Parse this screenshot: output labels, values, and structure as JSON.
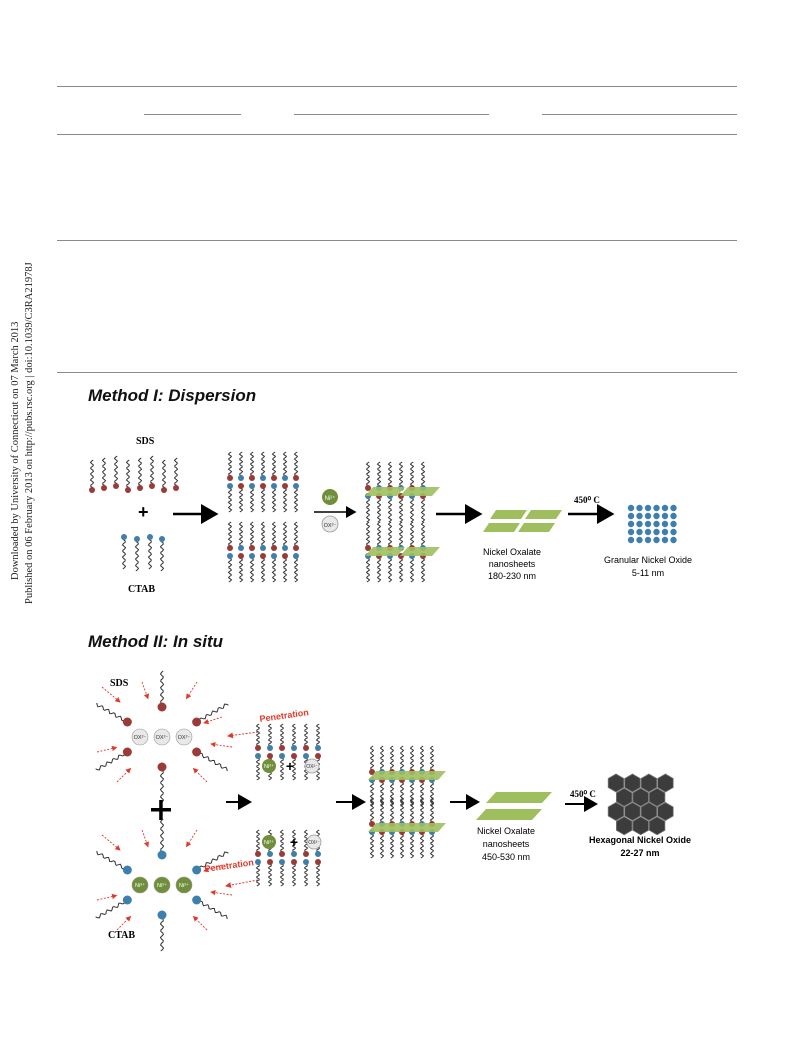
{
  "sidebar": {
    "line1": "Published on 06 February 2013 on http://pubs.rsc.org | doi:10.1039/C3RA21978J",
    "line2": "Downloaded by University of Connecticut on 07 March 2013"
  },
  "method1": {
    "title": "Method I: Dispersion",
    "sds_label": "SDS",
    "ctab_label": "CTAB",
    "plus": "+",
    "ni_ion": "Ni²⁺",
    "ox_ion": "OX²⁻",
    "temperature": "450⁰ C",
    "product1_line1": "Nickel Oxalate",
    "product1_line2": "nanosheets",
    "product1_line3": "180-230 nm",
    "product2_line1": "Granular Nickel Oxide",
    "product2_line2": "5-11 nm"
  },
  "method2": {
    "title": "Method II: In situ",
    "sds_label": "SDS",
    "ctab_label": "CTAB",
    "plus": "+",
    "penetration1": "Penetration",
    "penetration2": "Penetration",
    "ni_ion": "Ni²⁺",
    "ox_ion": "OX²⁻",
    "temperature": "450⁰ C",
    "product1_line1": "Nickel Oxalate",
    "product1_line2": "nanosheets",
    "product1_line3": "450-530 nm",
    "product2_line1": "Hexagonal Nickel Oxide",
    "product2_line2": "22-27 nm"
  },
  "colors": {
    "sds_head": "#9b3a36",
    "ctab_head": "#3f7fae",
    "ni": "#6f8f3a",
    "sheet": "#9fbf5f",
    "hexagon": "#3c3c3c",
    "penetration": "#e03a2c"
  }
}
